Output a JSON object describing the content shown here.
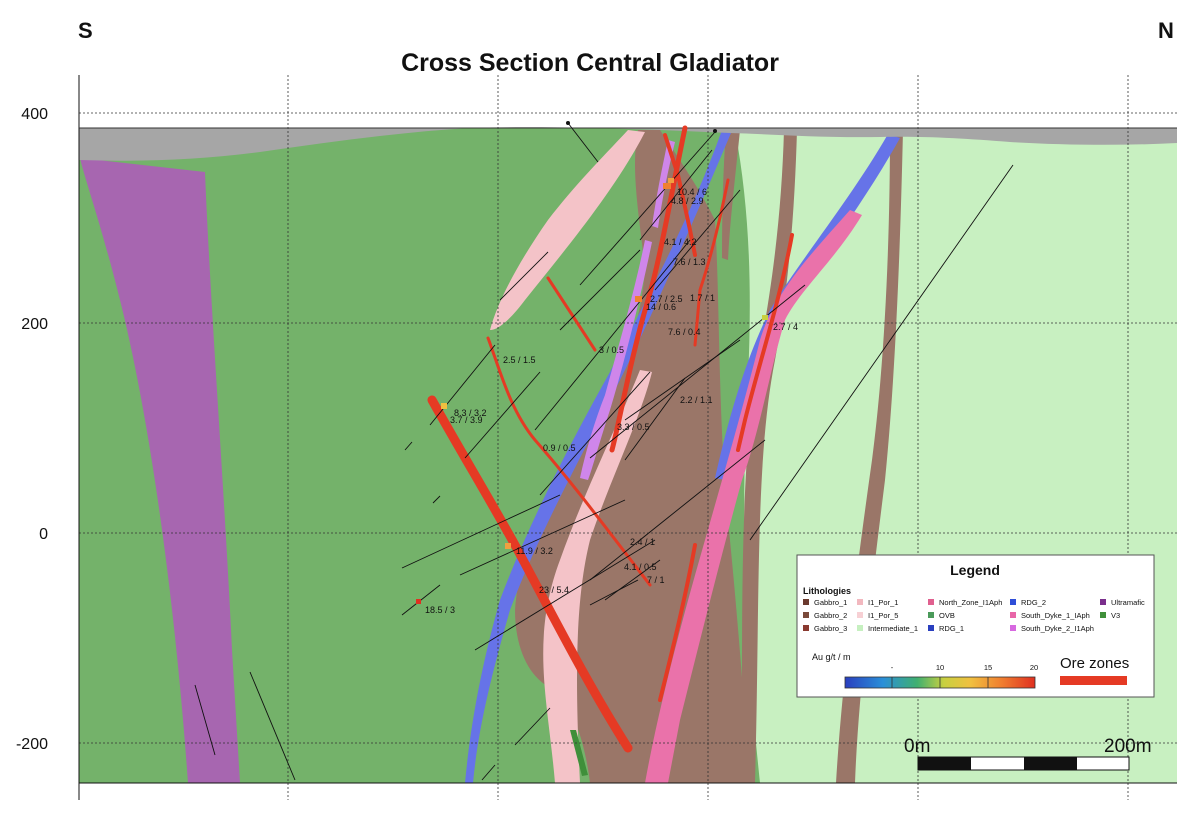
{
  "title": "Cross Section Central Gladiator",
  "direction_left": "S",
  "direction_right": "N",
  "y_axis": {
    "ticks": [
      "400",
      "200",
      "0",
      "-200"
    ]
  },
  "scale_bar": {
    "start_label": "0m",
    "end_label": "200m"
  },
  "intercepts": [
    "10.4 / 6",
    "4.8 / 2.9",
    "4.1 / 4.2",
    "7.6 / 1.3",
    "2.7 / 2.5",
    "1.7 / 1",
    "14 / 0.6",
    "7.6 / 0.4",
    "2.7 / 4",
    "2.5 / 1.5",
    "3 / 0.5",
    "8.3 / 3.2",
    "3.7 / 3.9",
    "2.2 / 1.1",
    "3.3 / 0.5",
    "0.9 / 0.5",
    "2.4 / 1",
    "11.9 / 3.2",
    "4.1 / 0.5",
    "7 / 1",
    "23 / 5.4",
    "18.5 / 3"
  ],
  "legend": {
    "title": "Legend",
    "lithologies_heading": "Lithologies",
    "items": [
      {
        "label": "Gabbro_1",
        "color": "#6b3a2e"
      },
      {
        "label": "Gabbro_2",
        "color": "#7a4a3a"
      },
      {
        "label": "Gabbro_3",
        "color": "#8a3a30"
      },
      {
        "label": "I1_Por_1",
        "color": "#f2b8bf"
      },
      {
        "label": "I1_Por_5",
        "color": "#f7d0d4"
      },
      {
        "label": "Intermediate_1",
        "color": "#c6f0c0"
      },
      {
        "label": "North_Zone_I1Aph",
        "color": "#e0608f"
      },
      {
        "label": "OVB",
        "color": "#4a9a5a"
      },
      {
        "label": "RDG_1",
        "color": "#2a3fbf"
      },
      {
        "label": "RDG_2",
        "color": "#2f4ed8"
      },
      {
        "label": "South_Dyke_1_IAph",
        "color": "#e866a8"
      },
      {
        "label": "South_Dyke_2_I1Aph",
        "color": "#d768e0"
      },
      {
        "label": "Ultramafic",
        "color": "#7a2f8c"
      },
      {
        "label": "V3",
        "color": "#3f8f3a"
      }
    ],
    "colorbar_label": "Au g/t / m",
    "colorbar_ticks": [
      "-",
      "10",
      "15",
      "20"
    ],
    "ore_label": "Ore zones"
  },
  "colors": {
    "v3_background": "#74b26a",
    "intermediate": "#c8f0c1",
    "ultramafic": "#a766b0",
    "gabbro": "#9a7668",
    "porphyry": "#f4c3c8",
    "rdg": "#6673e8",
    "pink_dyke": "#ea72aa",
    "violet_dyke": "#cf86ea",
    "overburden": "#a6a6a6",
    "ore": "#e53a24",
    "drillhole": "#111111"
  }
}
